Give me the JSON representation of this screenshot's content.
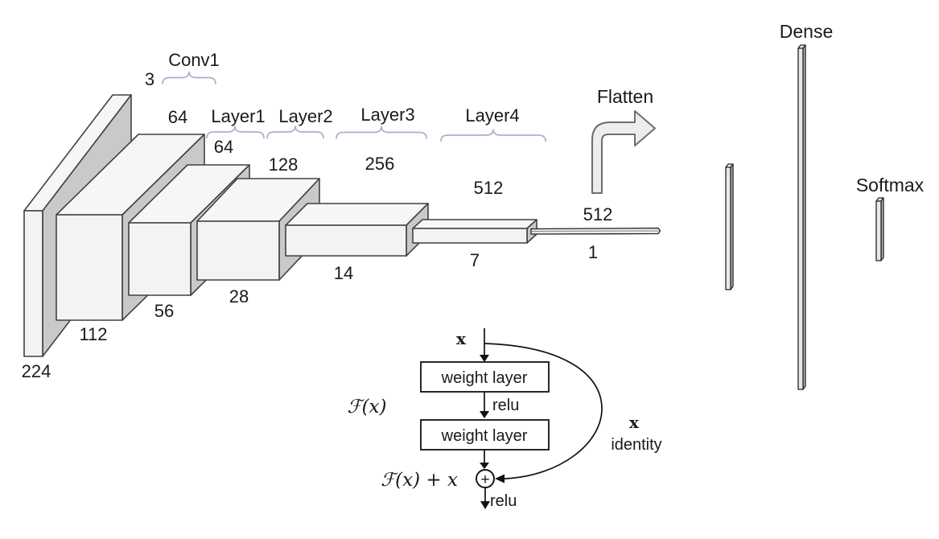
{
  "colors": {
    "block_front": "#f3f3f3",
    "block_top": "#f6f6f6",
    "block_side": "#c9c9c9",
    "block_outline": "#414141",
    "bar_fill": "#e8e8e8",
    "bar_outline": "#222222",
    "brace": "#a6b2cd",
    "text": "#1a1a1a",
    "flatten_arrow_fill": "#ededed",
    "flatten_arrow_outline": "#6e6e6e",
    "inset_line": "#111111"
  },
  "network": {
    "stages": [
      {
        "label": "Conv1"
      },
      {
        "label": "Layer1"
      },
      {
        "label": "Layer2"
      },
      {
        "label": "Layer3"
      },
      {
        "label": "Layer4"
      }
    ],
    "blocks": [
      {
        "channels": "3",
        "size": "224"
      },
      {
        "channels": "64",
        "size": "112"
      },
      {
        "channels": "64",
        "size": "56"
      },
      {
        "channels": "128",
        "size": "28"
      },
      {
        "channels": "256",
        "size": "14"
      },
      {
        "channels": "512",
        "size": "7"
      },
      {
        "channels": "512",
        "size": "1"
      }
    ],
    "flatten_label": "Flatten",
    "dense_label": "Dense",
    "softmax_label": "Softmax"
  },
  "residual_block": {
    "input_label": "x",
    "weight_layer_1": "weight layer",
    "relu_mid": "relu",
    "weight_layer_2": "weight layer",
    "function_label": "ℱ(x)",
    "sum_label": "ℱ(x) + x",
    "plus_sign": "+",
    "relu_out": "relu",
    "skip_x_label": "x",
    "skip_identity_label": "identity"
  }
}
